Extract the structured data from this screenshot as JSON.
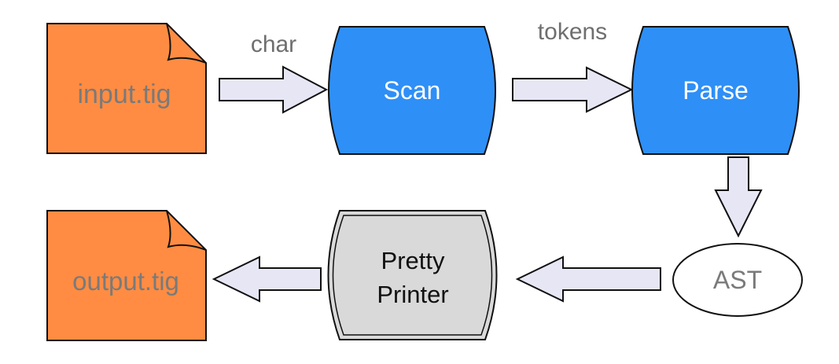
{
  "diagram": {
    "files": {
      "input": "input.tig",
      "output": "output.tig"
    },
    "stages": {
      "scan": "Scan",
      "parse": "Parse",
      "ast": "AST",
      "printer_line1": "Pretty",
      "printer_line2": "Printer"
    },
    "edges": {
      "char": "char",
      "tokens": "tokens"
    },
    "colors": {
      "file_fill": "#FF8C42",
      "file_text": "#7a7a7a",
      "stage_fill": "#2E8FF7",
      "stage_text": "#ffffff",
      "printer_fill": "#d9d9d9",
      "arrow_fill": "#E6E6F5",
      "stroke": "#111111",
      "edge_label": "#6f6f6f"
    }
  }
}
